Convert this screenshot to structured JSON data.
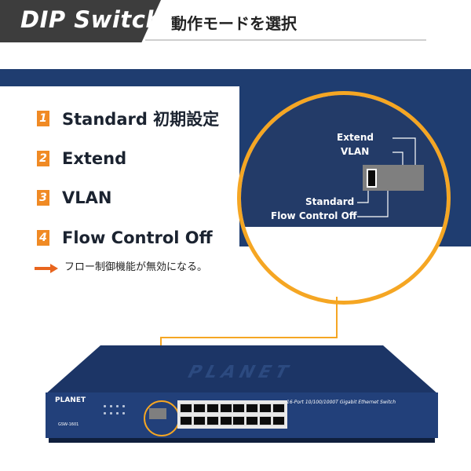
{
  "header": {
    "title": "DIP Switch",
    "subtitle": "動作モードを選択"
  },
  "modes": [
    {
      "num": "1",
      "label": "Standard 初期設定"
    },
    {
      "num": "2",
      "label": "Extend"
    },
    {
      "num": "3",
      "label": "VLAN"
    },
    {
      "num": "4",
      "label": "Flow Control Off"
    }
  ],
  "note": "フロー制御機能が無効になる。",
  "zoom": {
    "labels": {
      "extend": "Extend",
      "vlan": "VLAN",
      "standard": "Standard",
      "flow": "Flow Control Off"
    }
  },
  "device": {
    "brand": "PLANET",
    "model": "GSW-1601",
    "description": "16-Port 10/100/1000T Gigabit Ethernet Switch",
    "top_logo": "PLANET"
  },
  "colors": {
    "accent": "#f5a623",
    "number_badge": "#f08a24",
    "navy": "#1f3d70",
    "header_dark": "#3d3d3d"
  }
}
